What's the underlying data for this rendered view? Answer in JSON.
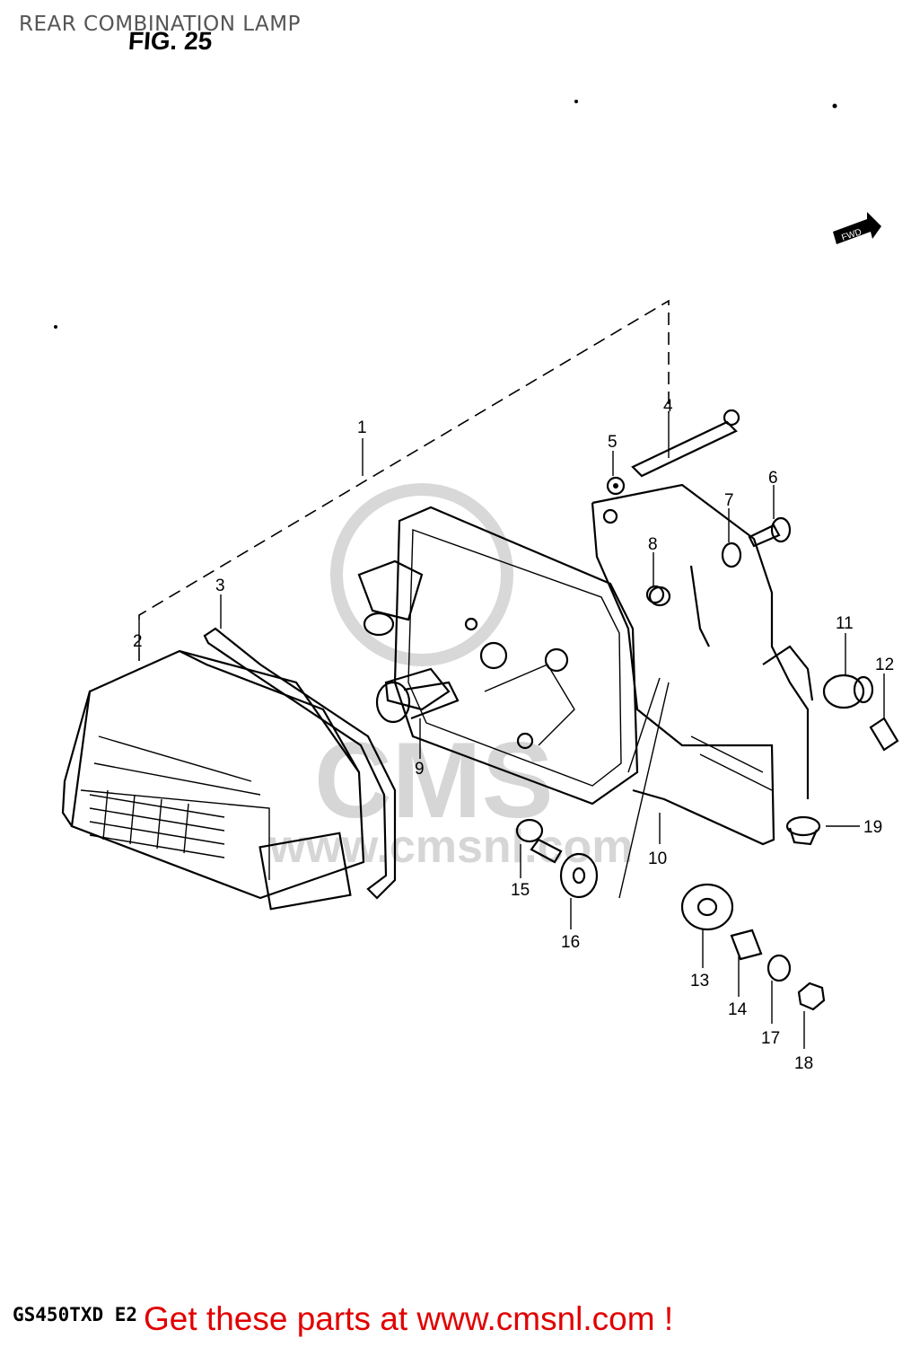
{
  "title": "REAR COMBINATION LAMP",
  "figure": "FIG. 25",
  "model_code": "GS450TXD E2",
  "fwd_label": "FWD",
  "footer_text": "Get these parts at www.cmsnl.com !",
  "watermark": {
    "brand": "CMS",
    "url": "www.cmsnl.com"
  },
  "callouts": [
    "1",
    "2",
    "3",
    "4",
    "5",
    "6",
    "7",
    "8",
    "9",
    "10",
    "11",
    "12",
    "13",
    "14",
    "15",
    "16",
    "17",
    "18",
    "19"
  ],
  "colors": {
    "footer": "#e10000",
    "title": "#555555",
    "watermark": "#d6d6d6"
  }
}
